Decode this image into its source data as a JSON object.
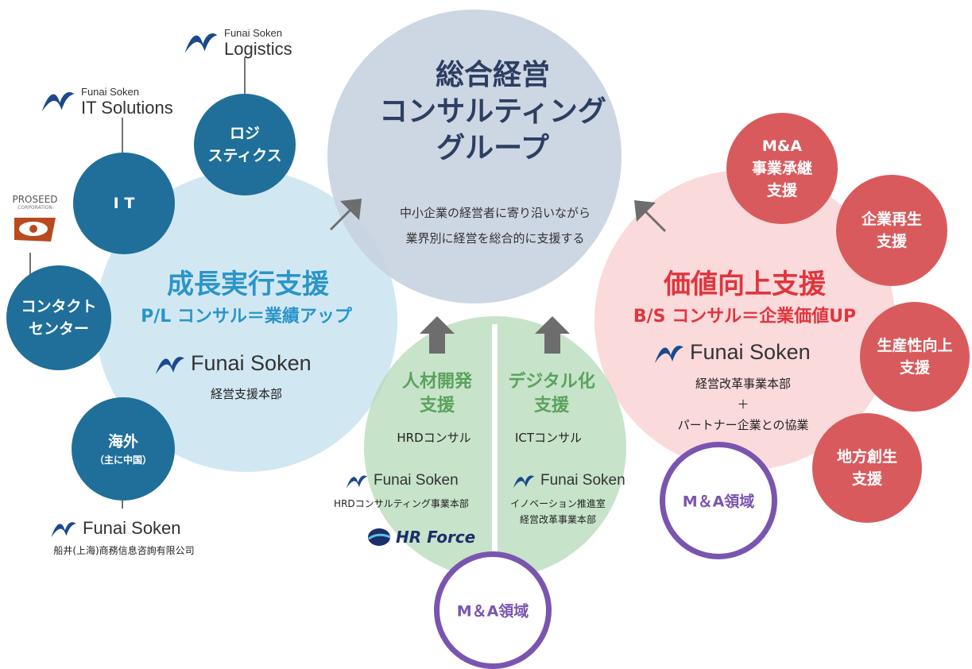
{
  "center": {
    "title_lines": [
      "総合経営",
      "コンサルティング",
      "グループ"
    ],
    "subtitle_lines": [
      "中小企業の経営者に寄り沿いながら",
      "業界別に経営を総合的に支援する"
    ]
  },
  "growth": {
    "title": "成長実行支援",
    "sub": "P/L コンサル＝業績アップ",
    "brand": "Funai Soken",
    "dept": "経営支援本部"
  },
  "value": {
    "title": "価値向上支援",
    "sub": "B/S コンサル＝企業価値UP",
    "brand": "Funai Soken",
    "dept_lines": [
      "経営改革事業本部",
      "＋",
      "パートナー企業との協業"
    ]
  },
  "hrd": {
    "title_lines": [
      "人材開発",
      "支援"
    ],
    "sub": "HRDコンサル",
    "brand": "Funai Soken",
    "dept": "HRDコンサルティング事業本部",
    "partner": "HR Force"
  },
  "digital": {
    "title_lines": [
      "デジタル化",
      "支援"
    ],
    "sub": "ICTコンサル",
    "brand": "Funai Soken",
    "dept_lines": [
      "イノベーション推進室",
      "経営改革事業本部"
    ]
  },
  "blue_circles": {
    "logistics": [
      "ロジ",
      "スティクス"
    ],
    "it": "I T",
    "contact": [
      "コンタクト",
      "センター"
    ],
    "overseas": "海外",
    "overseas_note": "（主に中国）"
  },
  "red_circles": {
    "ma": [
      "M&A",
      "事業承継",
      "支援"
    ],
    "revival": [
      "企業再生",
      "支援"
    ],
    "productivity": [
      "生産性向上",
      "支援"
    ],
    "regional": [
      "地方創生",
      "支援"
    ]
  },
  "rings": {
    "ma_area_right": "M＆A領域",
    "ma_area_bottom": "M＆A領域"
  },
  "logos": {
    "logistics_top": "Funai Soken",
    "logistics_main": "Logistics",
    "it_top": "Funai Soken",
    "it_main": "IT Solutions",
    "proseed_top": "PROSEED",
    "proseed_sub": "CORPORATION",
    "china_brand": "Funai Soken",
    "china_dept": "船井(上海)商務信息咨詢有限公司"
  },
  "colors": {
    "blue": "#1f6f9a",
    "red": "#d95a5c",
    "purple": "#7a55b0",
    "growth_title": "#2a95c8",
    "value_title": "#e0353c",
    "hrd_title": "#5aa25c",
    "center_title": "#2d3e62"
  }
}
